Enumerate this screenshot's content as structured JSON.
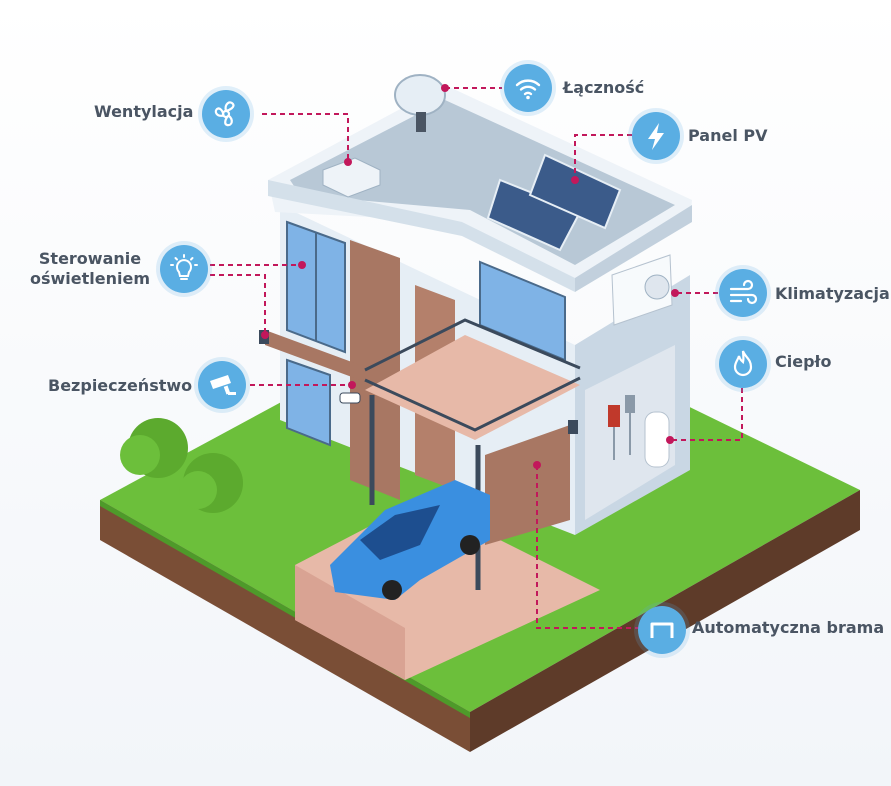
{
  "colors": {
    "accent_icon": "#5aaee3",
    "connector": "#c2185b",
    "grass": "#6cbf3b",
    "wall": "#e6eef5",
    "glass": "#7fb3e6",
    "car": "#3a8fe0",
    "brick": "#a87763"
  },
  "features": [
    {
      "id": "wentylacja",
      "label": "Wentylacja",
      "icon": "fan-icon"
    },
    {
      "id": "lacznosc",
      "label": "Łączność",
      "icon": "wifi-icon"
    },
    {
      "id": "panel_pv",
      "label": "Panel PV",
      "icon": "lightning-icon"
    },
    {
      "id": "sterowanie",
      "label_line1": "Sterowanie",
      "label_line2": "oświetleniem",
      "icon": "lightbulb-icon"
    },
    {
      "id": "klimatyzacja",
      "label": "Klimatyzacja",
      "icon": "wind-icon"
    },
    {
      "id": "bezpieczenstwo",
      "label": "Bezpieczeństwo",
      "icon": "security-camera-icon"
    },
    {
      "id": "cieplo",
      "label": "Ciepło",
      "icon": "flame-icon"
    },
    {
      "id": "brama",
      "label": "Automatyczna brama",
      "icon": "gate-icon"
    }
  ]
}
